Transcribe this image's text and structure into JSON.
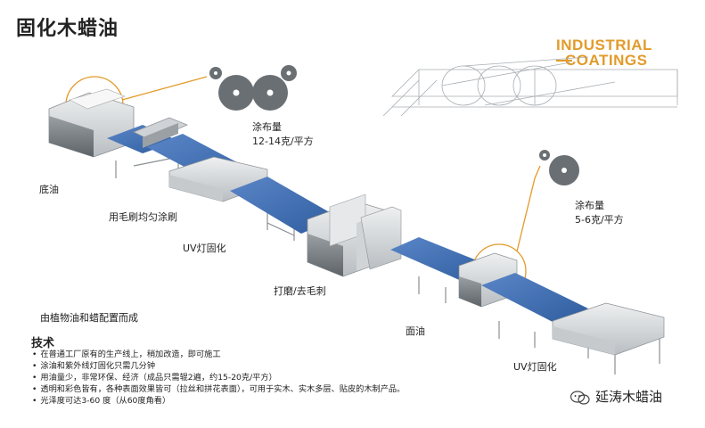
{
  "title": "固化木蜡油",
  "brand": {
    "line1": "INDUSTRIAL",
    "line2": "COATINGS"
  },
  "labels": {
    "coat1": "涂布量",
    "coat1_val": "12-14克/平方",
    "coat2": "涂布量",
    "coat2_val": "5-6克/平方",
    "base_oil": "底油",
    "brush": "用毛刷均匀涂刷",
    "uv1": "UV灯固化",
    "sanding": "打磨/去毛刺",
    "top_oil": "面油",
    "uv2": "UV灯固化",
    "origin": "由植物油和蜡配置而成"
  },
  "tech": {
    "heading": "技术",
    "items": [
      "在普通工厂原有的生产线上，稍加改造，即可施工",
      "涂油和紫外线灯固化只需几分钟",
      "用油量少，非常环保、经济（成品只需辊2遍，约15-20克/平方）",
      "透明和彩色皆有，各种表面效果皆可（拉丝和拼花表面），可用于实木、实木多层、贴皮的木制产品。",
      "光泽度可达3-60 度（从60度角看）"
    ]
  },
  "watermark": "延涛木蜡油",
  "colors": {
    "accent": "#e29b2b",
    "belt": "#3d6bb0",
    "machine": "#d9dcde"
  }
}
